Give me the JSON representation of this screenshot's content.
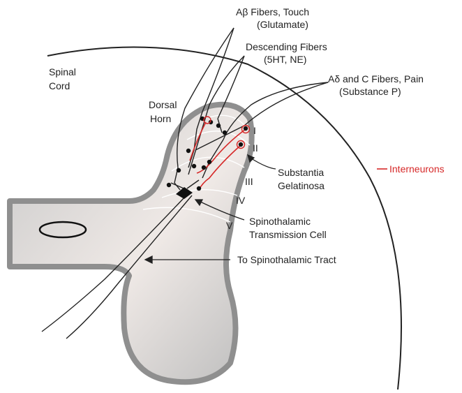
{
  "labels": {
    "spinal_cord": [
      "Spinal",
      "Cord"
    ],
    "dorsal_horn": [
      "Dorsal",
      "Horn"
    ],
    "ab_fibers": [
      "Aβ Fibers, Touch",
      "(Glutamate)"
    ],
    "descending": [
      "Descending Fibers",
      "(5HT, NE)"
    ],
    "ad_c_fibers": [
      "Aδ and C Fibers, Pain",
      "(Substance P)"
    ],
    "substantia": [
      "Substantia",
      "Gelatinosa"
    ],
    "spinothalamic_cell": [
      "Spinothalamic",
      "Transmission Cell"
    ],
    "tract": "To Spinothalamic Tract",
    "legend_interneurons": "Interneurons"
  },
  "laminae": [
    "I",
    "II",
    "III",
    "IV",
    "V"
  ],
  "colors": {
    "interneuron": "#d62828",
    "fiber": "#222222",
    "gray_matter": "#cfcfcf",
    "outline": "#9a9a9a"
  }
}
